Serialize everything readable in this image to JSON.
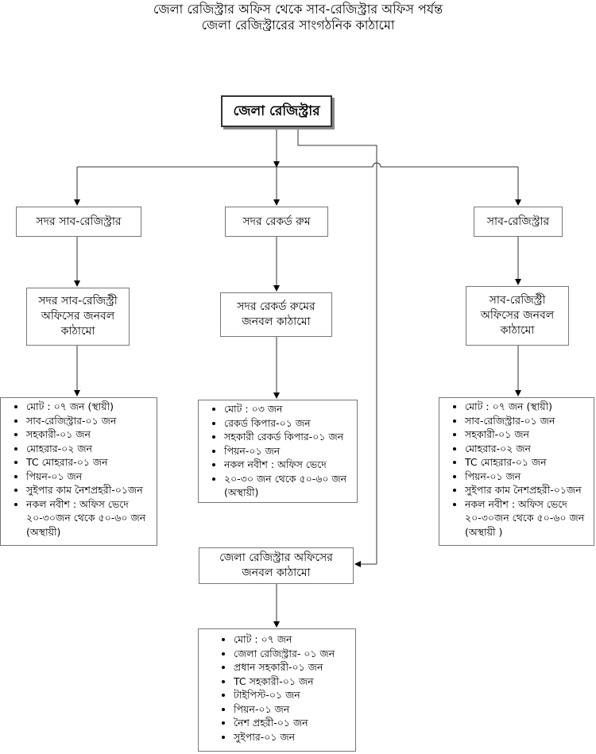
{
  "title": {
    "line1": "জেলা রেজিস্ট্রার অফিস থেকে সাব-রেজিস্ট্রার অফিস পর্যন্ত",
    "line2": "জেলা রেজিস্ট্রারের সাংগঠনিক কাঠামো"
  },
  "root": "জেলা রেজিস্ট্রার",
  "branches": {
    "left": {
      "label": "সদর সাব-রেজিস্ট্রার",
      "structure": "সদর সাব-রেজিস্ট্রী অফিসের জনবল কাঠামো",
      "items": [
        "মোট : ০৭ জন (স্থায়ী)",
        "সাব-রেজিস্ট্রার-০১ জন",
        "সহকারী-০১ জন",
        "মোহরার-০২ জন",
        "TC মোহরার-০১ জন",
        "পিয়ন-০১ জন",
        "সুইপার কাম নৈশপ্রহরী-০১জন",
        "নকল নবীশ : অফিস ভেদে ২০-৩০জন থেকে ৫০-৬০ জন (অস্থায়ী)"
      ]
    },
    "middle": {
      "label": "সদর রেকর্ড রুম",
      "structure": "সদর রেকর্ড রুমের জনবল কাঠামো",
      "items": [
        "মোট : ০৩ জন",
        "রেকর্ড কিপার-০১ জন",
        "সহকারী রেকর্ড কিপার-০১ জন",
        "পিয়ন-০১ জন",
        "নকল নবীশ : অফিস ভেদে",
        "২০-৩০ জন থেকে ৫০-৬০ জন (অস্থায়ী)"
      ]
    },
    "right": {
      "label": "সাব-রেজিস্ট্রার",
      "structure": "সাব-রেজিস্ট্রী অফিসের জনবল কাঠামো",
      "items": [
        "মোট : ০৭ জন (স্থায়ী)",
        "সাব-রেজিস্ট্রার-০১ জন",
        "সহকারী-০১ জন",
        "মোহরার-০২ জন",
        "TC মোহরার-০১ জন",
        "পিয়ন-০১ জন",
        "সুইপার কাম নৈশপ্রহরী-০১জন",
        "নকল নবীশ : অফিস ভেদে ২০-৩০জন থেকে ৫০-৬০ জন (অস্থায়ী )"
      ]
    },
    "district": {
      "structure": "জেলা রেজিস্ট্রার অফিসের জনবল কাঠামো",
      "items": [
        "মোট : ০৭ জন",
        "জেলা রেজিস্ট্রার- ০১ জন",
        "প্রধান সহকারী-০১ জন",
        "TC সহকারী-০১ জন",
        "টাইপিস্ট-০১ জন",
        "পিয়ন-০১ জন",
        "নৈশ প্রহরী-০১ জন",
        "সুইপার-০১ জন"
      ]
    }
  }
}
